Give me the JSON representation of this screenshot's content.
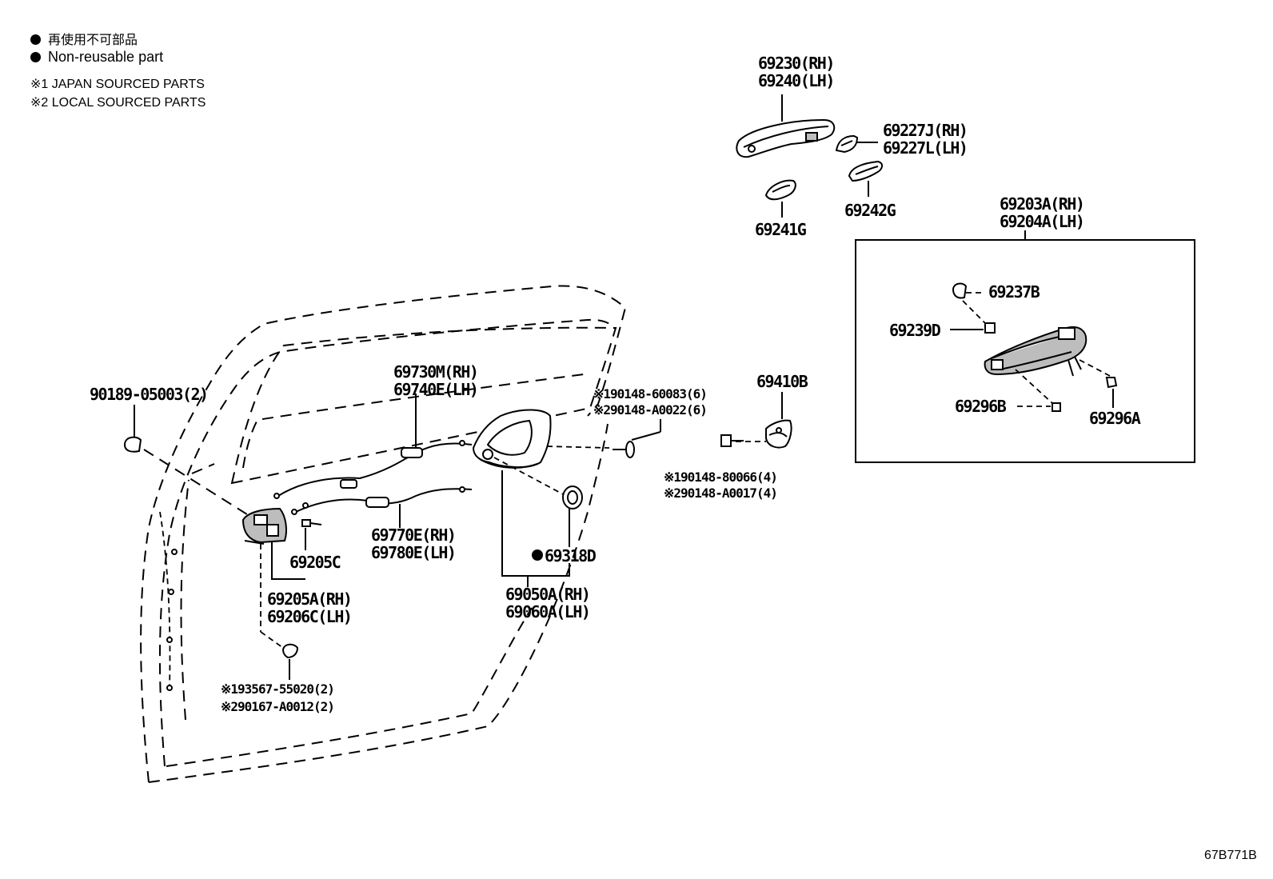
{
  "legend": {
    "line1": "再使用不可部品",
    "line2": "Non-reusable part",
    "line3": "※1 JAPAN SOURCED PARTS",
    "line4": "※2 LOCAL SOURCED PARTS"
  },
  "labels": {
    "p69230": "69230(RH)",
    "p69240": "69240(LH)",
    "p69227j": "69227J(RH)",
    "p69227l": "69227L(LH)",
    "p69241g": "69241G",
    "p69242g": "69242G",
    "p69203a": "69203A(RH)",
    "p69204a": "69204A(LH)",
    "p69237b": "69237B",
    "p69239d": "69239D",
    "p69296b": "69296B",
    "p69296a": "69296A",
    "p69410b": "69410B",
    "p90189": "90189-05003(2)",
    "p69730m": "69730M(RH)",
    "p69740e": "69740E(LH)",
    "p90148_6_a": "※190148-60083(6)",
    "p90148_6_b": "※290148-A0022(6)",
    "p90148_4_a": "※190148-80066(4)",
    "p90148_4_b": "※290148-A0017(4)",
    "p69770e": "69770E(RH)",
    "p69780e": "69780E(LH)",
    "p69318d": "69318D",
    "p69050a": "69050A(RH)",
    "p69060a": "69060A(LH)",
    "p69205c": "69205C",
    "p69205a": "69205A(RH)",
    "p69206c": "69206C(LH)",
    "p93567": "※193567-55020(2)",
    "p90167": "※290167-A0012(2)"
  },
  "footer": {
    "code": "67B771B"
  },
  "colors": {
    "ink": "#000000",
    "background": "#ffffff"
  }
}
